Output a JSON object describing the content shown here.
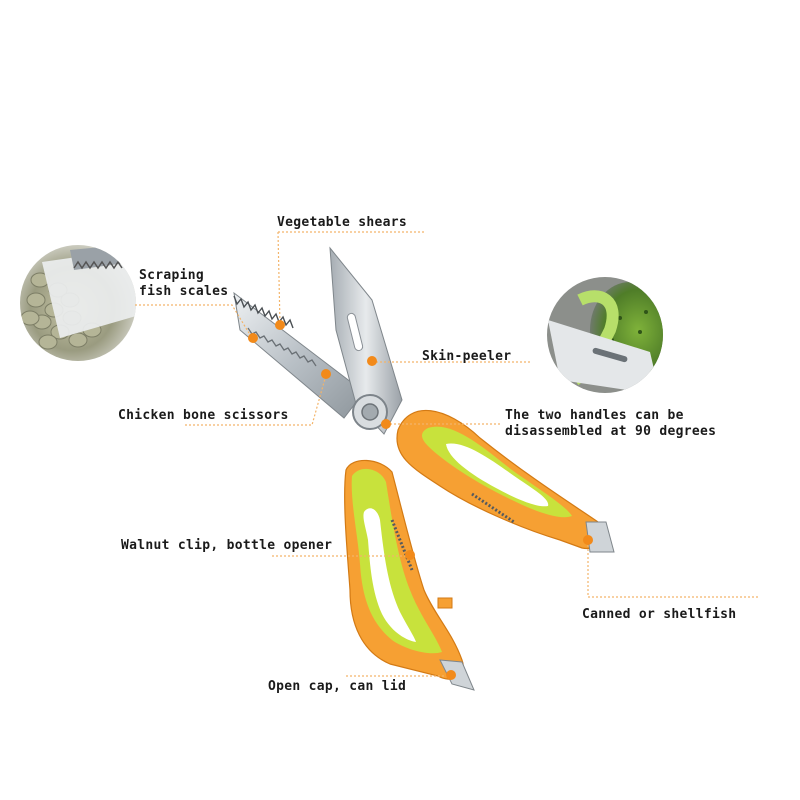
{
  "colors": {
    "accent_orange": "#f28a1a",
    "handle_orange": "#f6a033",
    "handle_green": "#c8e23c",
    "blade_steel": "#c9cfd4",
    "leader_line": "#f3b46a"
  },
  "labels": {
    "vegetable_shears": "Vegetable shears",
    "scraping_fish_scales_line1": "Scraping",
    "scraping_fish_scales_line2": "fish scales",
    "skin_peeler": "Skin-peeler",
    "chicken_bone_scissors": "Chicken bone scissors",
    "handles_line1": "The two handles can be",
    "handles_line2": "disassembled at 90 degrees",
    "walnut_clip": "Walnut clip, bottle opener",
    "canned_shellfish": "Canned or shellfish",
    "open_cap": "Open cap, can lid"
  },
  "insets": {
    "left": "fish-scales-closeup",
    "right": "cucumber-peeling-closeup"
  }
}
